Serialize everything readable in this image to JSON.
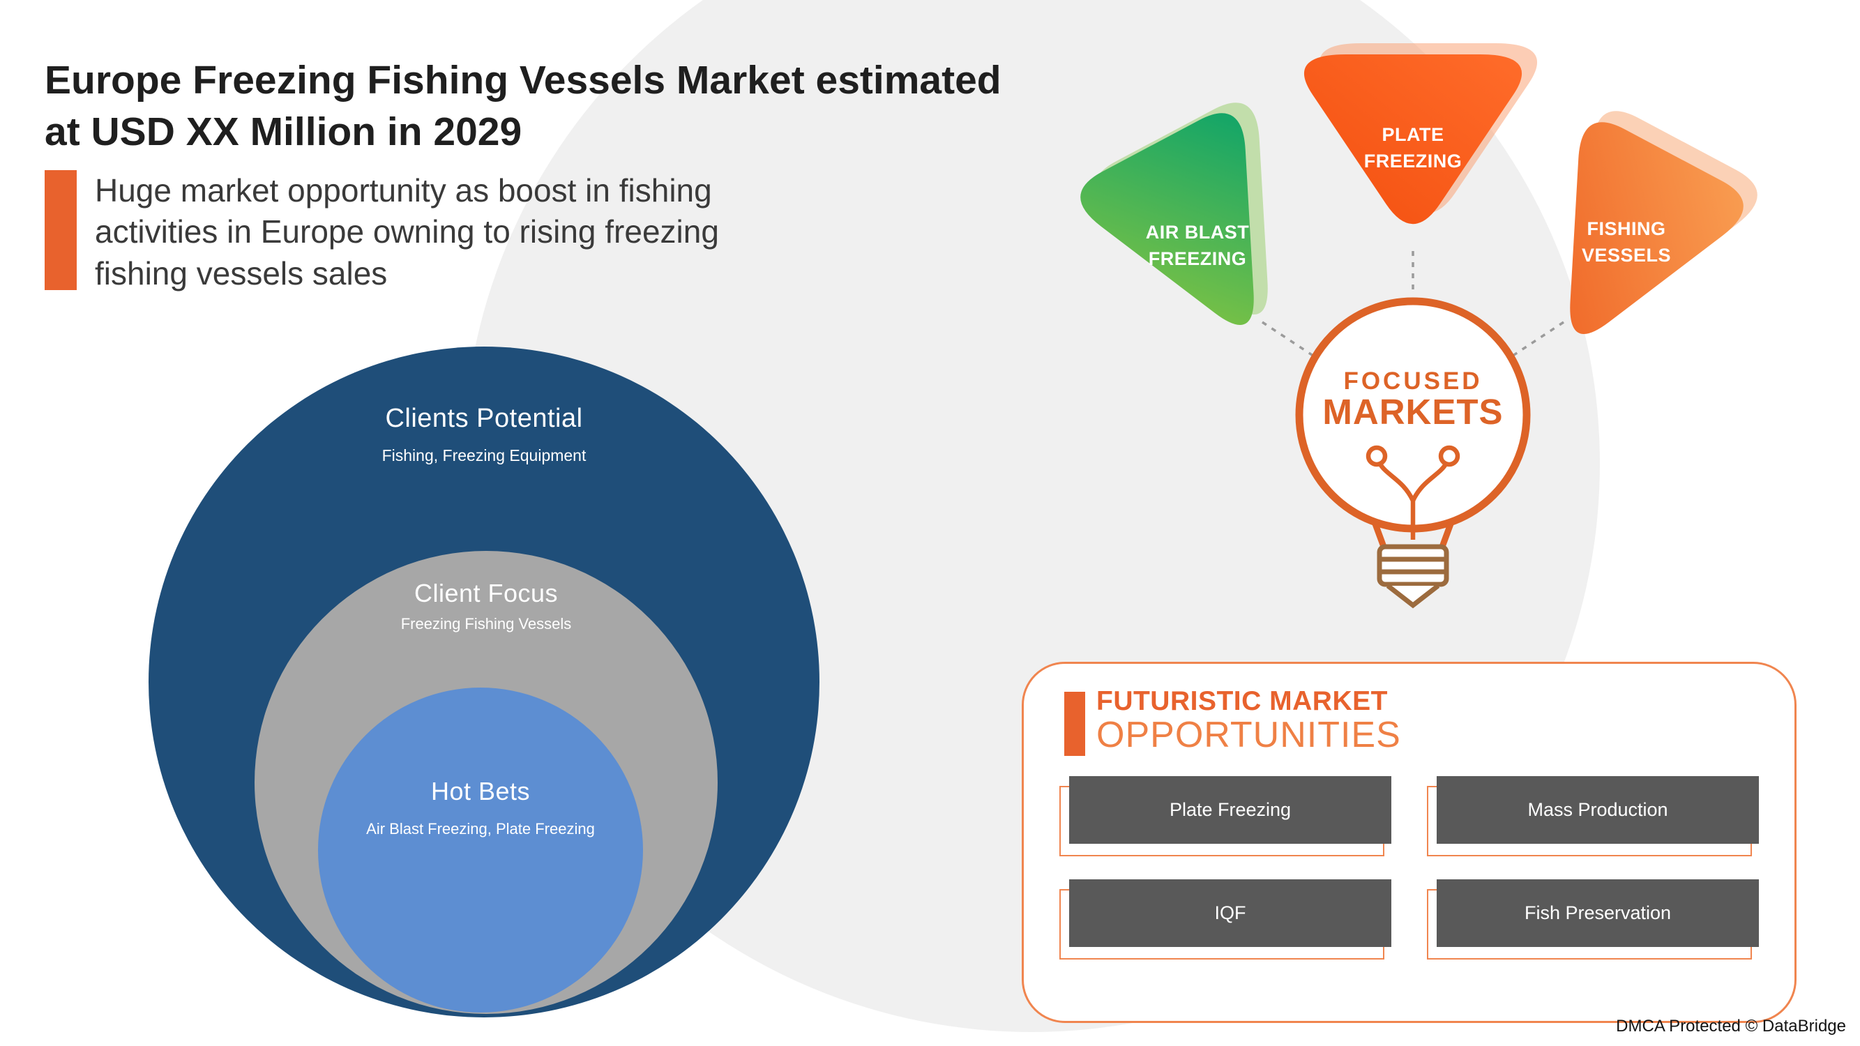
{
  "header": {
    "title_lines": [
      "Europe Freezing Fishing Vessels Market estimated",
      "at USD XX Million in 2029"
    ],
    "subtitle_lines": [
      "Huge market opportunity as boost in fishing",
      "activities in Europe owning to rising freezing",
      "fishing vessels sales"
    ],
    "accent_color": "#e8622d"
  },
  "venn": {
    "rings": [
      {
        "title": "Clients Potential",
        "subtitle": "Fishing, Freezing Equipment",
        "color": "#1f4e79"
      },
      {
        "title": "Client Focus",
        "subtitle": "Freezing Fishing Vessels",
        "color": "#a7a7a7"
      },
      {
        "title": "Hot Bets",
        "subtitle": "Air Blast Freezing, Plate Freezing",
        "color": "#5d8ed2"
      }
    ]
  },
  "focused_markets": {
    "hub": {
      "line1": "FOCUSED",
      "line2": "MARKETS"
    },
    "petals": [
      {
        "lines": [
          "AIR BLAST",
          "FREEZING"
        ],
        "colors": [
          "#93c83d",
          "#0fa469"
        ]
      },
      {
        "lines": [
          "PLATE",
          "FREEZING"
        ],
        "colors": [
          "#f34f0f",
          "#ff6c2a"
        ]
      },
      {
        "lines": [
          "FISHING",
          "VESSELS"
        ],
        "colors": [
          "#ee5d20",
          "#f99e52"
        ]
      }
    ],
    "bulb_color": "#dd6327",
    "base_color": "#9c6b3e"
  },
  "opportunities": {
    "heading_line1": "FUTURISTIC MARKET",
    "heading_line2": "OPPORTUNITIES",
    "items": [
      "Plate Freezing",
      "Mass Production",
      "IQF",
      "Fish Preservation"
    ],
    "button_color": "#595959",
    "border_color": "#f0854f"
  },
  "footer": {
    "dmca": "DMCA Protected © DataBridge"
  }
}
